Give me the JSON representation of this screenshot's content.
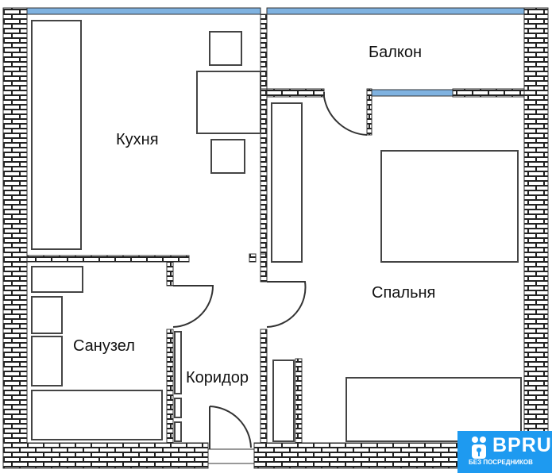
{
  "rooms": {
    "kitchen": "Кухня",
    "balcony": "Балкон",
    "bedroom": "Спальня",
    "bathroom": "Санузел",
    "corridor": "Коридор"
  },
  "logo": {
    "brand": "BPRU",
    "tagline": "БЕЗ ПОСРЕДНИКОВ"
  },
  "colors": {
    "window": "#7fb2e0",
    "logo_bg": "#1e9af0",
    "wall": "#222222"
  }
}
